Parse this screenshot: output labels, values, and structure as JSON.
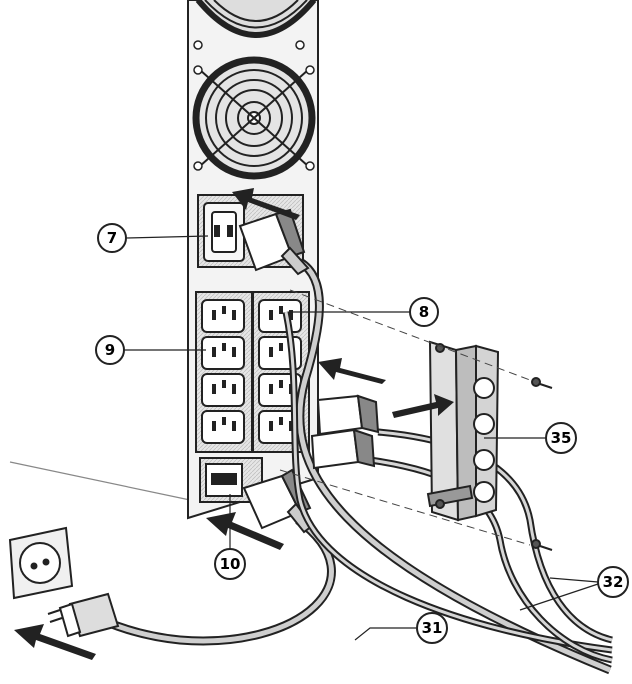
{
  "callouts": [
    {
      "id": "7",
      "label": "7"
    },
    {
      "id": "8",
      "label": "8"
    },
    {
      "id": "9",
      "label": "9"
    },
    {
      "id": "10",
      "label": "10"
    },
    {
      "id": "31",
      "label": "31"
    },
    {
      "id": "32",
      "label": "32"
    },
    {
      "id": "35",
      "label": "35"
    }
  ],
  "colors": {
    "line": "#222222",
    "panel": "#f2f2f2",
    "shade": "#d9d9d9",
    "cable": "#bdbdbd",
    "dark": "#555555"
  }
}
